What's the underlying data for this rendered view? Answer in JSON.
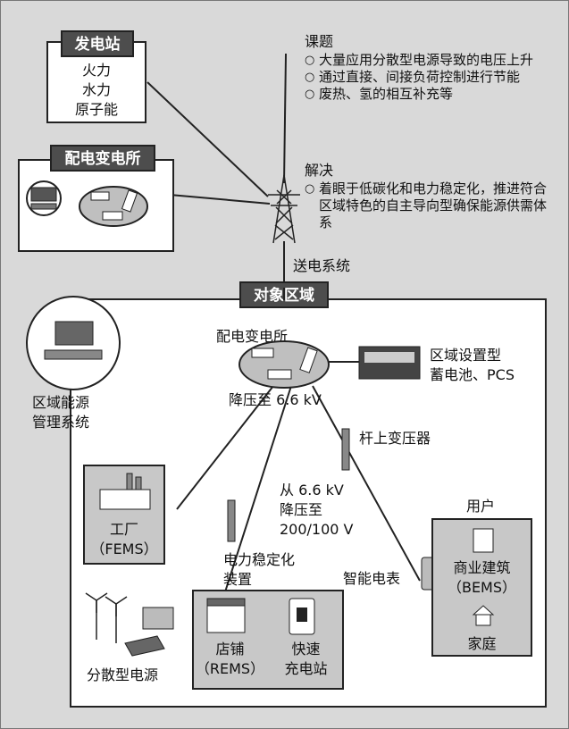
{
  "power_plant": {
    "title": "发电站",
    "items": [
      "火力",
      "水力",
      "原子能"
    ]
  },
  "issues": {
    "title": "课题",
    "items": [
      "大量应用分散型电源导致的电压上升",
      "通过直接、间接负荷控制进行节能",
      "废热、氢的相互补充等"
    ]
  },
  "solution": {
    "title": "解决",
    "items": [
      "着眼于低碳化和电力稳定化，推进符合区域特色的自主导向型确保能源供需体系"
    ]
  },
  "top_substation": {
    "title": "配电变电所"
  },
  "transmission": {
    "label": "送电系统"
  },
  "target_area": {
    "title": "对象区域",
    "substation_label": "配电变电所",
    "step_down": "降压至 6.6 kV",
    "battery_label_1": "区域设置型",
    "battery_label_2": "蓄电池、PCS",
    "ems_label_1": "区域能源",
    "ems_label_2": "管理系统",
    "pole_transformer": "杆上变压器",
    "step_down_2_l1": "从 6.6 kV",
    "step_down_2_l2": "降压至",
    "step_down_2_l3": "200/100 V",
    "factory_l1": "工厂",
    "factory_l2": "（FEMS）",
    "stabilizer_l1": "电力稳定化",
    "stabilizer_l2": "装置",
    "smart_meter": "智能电表",
    "consumer_title": "用户",
    "commercial_l1": "商业建筑",
    "commercial_l2": "（BEMS）",
    "home": "家庭",
    "store_l1": "店铺",
    "store_l2": "（REMS）",
    "charger_l1": "快速",
    "charger_l2": "充电站",
    "distributed": "分散型电源"
  }
}
